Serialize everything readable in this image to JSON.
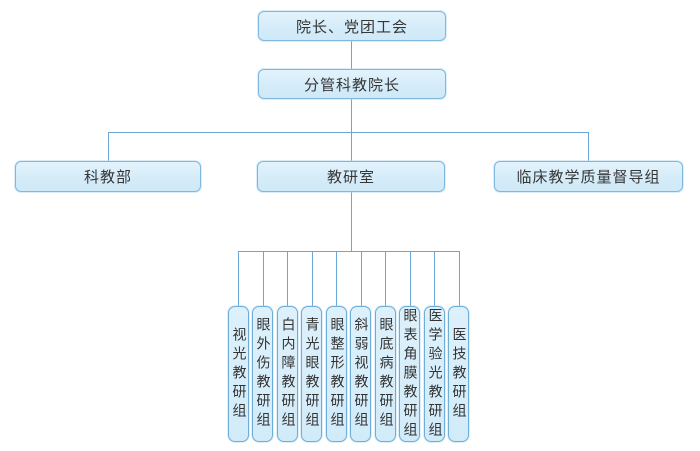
{
  "org": {
    "root": "院长、党团工会",
    "vice": "分管科教院长",
    "departments": [
      "科教部",
      "教研室",
      "临床教学质量督导组"
    ],
    "groups": [
      "视光教研组",
      "眼外伤教研组",
      "白内障教研组",
      "青光眼教研组",
      "眼整形教研组",
      "斜弱视教研组",
      "眼底病教研组",
      "眼表角膜教研组",
      "医学验光教研组",
      "医技教研组"
    ]
  },
  "colors": {
    "box_fill": "#d5ecf9",
    "box_border": "#7fb8e0",
    "connector_line": "#6ca6d9",
    "text": "#363636",
    "background": "#ffffff"
  }
}
